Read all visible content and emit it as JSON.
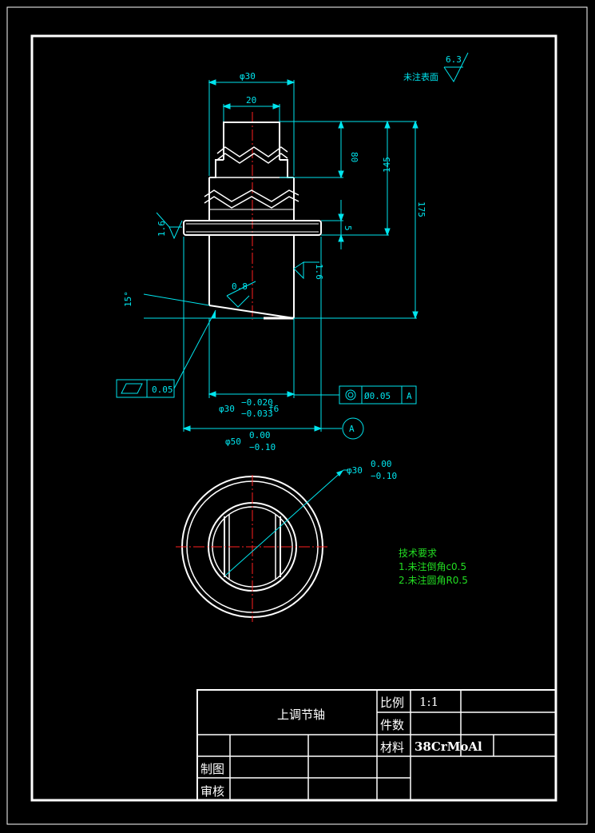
{
  "dims": {
    "phi30": "φ30",
    "w20": "20",
    "h80": "80",
    "h145": "145",
    "h175": "175",
    "h5": "5",
    "phi30f6_main": "φ30",
    "phi30f6_up": "−0.020",
    "phi30f6_lo": "−0.033",
    "phi30f6_suffix": "f6",
    "phi50_main": "φ50",
    "phi50_up": "0.00",
    "phi50_lo": "−0.10",
    "phi30b_main": "φ30",
    "phi30b_up": "0.00",
    "phi30b_lo": "−0.10",
    "angle": "15°"
  },
  "roughness": {
    "general_value": "6.3",
    "general_label": "未注表面",
    "r1": "1.6",
    "r2": "1.6",
    "r3": "0.8"
  },
  "tolerances": {
    "flatness_value": "0.05",
    "coax_value": "Ø0.05",
    "coax_datum": "A",
    "datum_label": "A"
  },
  "notes": {
    "title": "技术要求",
    "line1": "1.未注倒角c0.5",
    "line2": "2.未注圆角R0.5"
  },
  "title_block": {
    "part_name": "上调节轴",
    "scale_label": "比例",
    "scale_value": "1:1",
    "qty_label": "件数",
    "material_label": "材料",
    "material_value": "38CrMoAl",
    "drawn_label": "制图",
    "checked_label": "审核"
  }
}
